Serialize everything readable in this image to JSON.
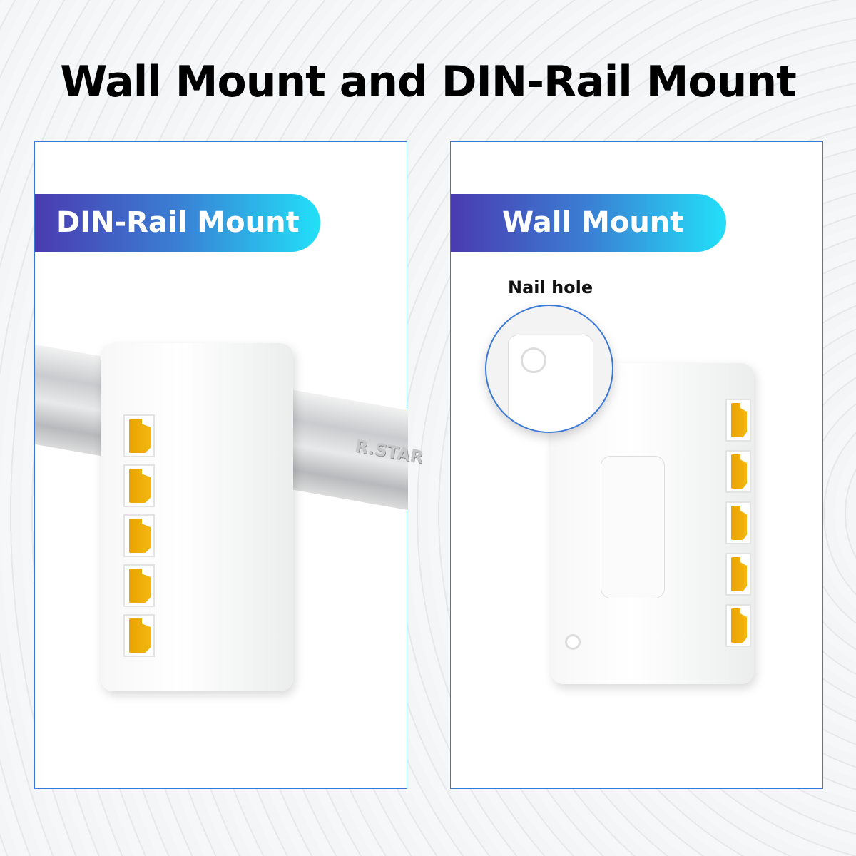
{
  "title": "Wall Mount and DIN-Rail Mount",
  "left_panel": {
    "banner": "DIN-Rail Mount",
    "rail_brand": "R.STAR"
  },
  "right_panel": {
    "banner": "Wall Mount",
    "callout": "Nail hole"
  },
  "colors": {
    "gradient_start": "#4a3bb0",
    "gradient_end": "#22e0f8",
    "port": "#f4b712",
    "border": "#3a78d8"
  }
}
